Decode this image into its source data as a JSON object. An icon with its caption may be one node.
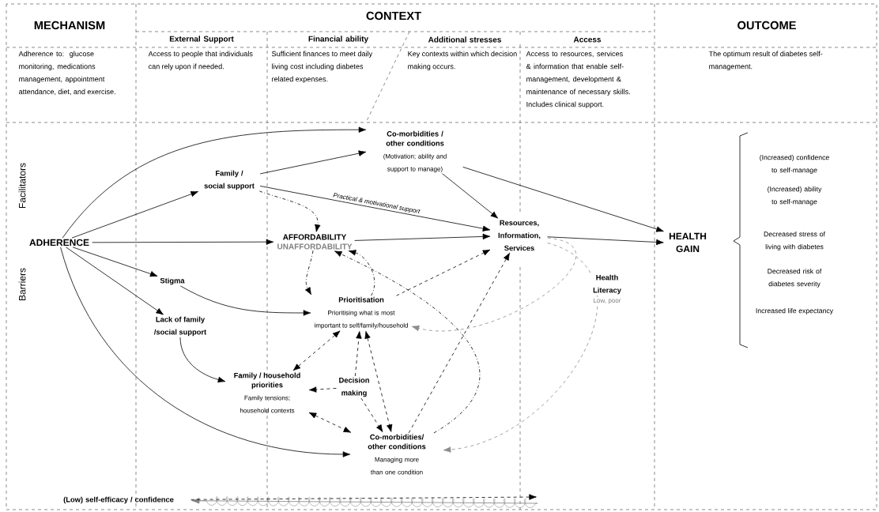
{
  "diagram": {
    "nodes": [
      {
        "text": [
          "ADHERENCE"
        ]
      },
      {
        "text": [
          "Family / social support"
        ]
      },
      {
        "text": [
          "Co-morbidities / other conditions",
          "(Motivation; ability and support to manage)"
        ]
      },
      {
        "text": [
          "AFFORDABILITY",
          "UNAFFORDABILITY"
        ]
      },
      {
        "text": [
          "Resources, Information, Services"
        ]
      },
      {
        "text": [
          "HEALTH GAIN"
        ]
      },
      {
        "text": [
          "Stigma"
        ]
      },
      {
        "text": [
          "Lack of family /social support"
        ]
      },
      {
        "text": [
          "Prioritisation",
          "Prioritising what is most important to self/family/household"
        ]
      },
      {
        "text": [
          "Family / household priorities",
          "Family tensions; household contexts"
        ]
      },
      {
        "text": [
          "Decision making"
        ]
      },
      {
        "text": [
          "Co-morbidities/ other conditions",
          "Managing more than one condition"
        ]
      },
      {
        "text": [
          "(Low) self-efficacy / confidence"
        ]
      }
    ],
    "edges": [
      {
        "from": 0,
        "to": 2,
        "arrow": "to"
      },
      {
        "from": 0,
        "to": 1,
        "arrow": "to"
      },
      {
        "from": 0,
        "to": 3,
        "arrow": "to"
      },
      {
        "from": 0,
        "to": 6,
        "arrow": "to"
      },
      {
        "from": 0,
        "to": 7,
        "arrow": "to"
      },
      {
        "from": 0,
        "to": 11,
        "arrow": "to"
      },
      {
        "from": 1,
        "to": 2,
        "arrow": "to"
      },
      {
        "from": 1,
        "to": 4,
        "arrow": "to",
        "label": "Practical & motivational support"
      },
      {
        "from": 1,
        "to": 3,
        "arrow": "to",
        "style": "dashed"
      },
      {
        "from": 2,
        "to": 5,
        "arrow": "to"
      },
      {
        "from": 2,
        "to": 4,
        "arrow": "to"
      },
      {
        "from": 3,
        "to": 4,
        "arrow": "to"
      },
      {
        "from": 4,
        "to": 5,
        "arrow": "to"
      },
      {
        "from": 6,
        "to": 8,
        "arrow": "to"
      },
      {
        "from": 7,
        "to": 9,
        "arrow": "to"
      },
      {
        "from": 3,
        "to": 8,
        "arrow": "to",
        "style": "dashed"
      },
      {
        "from": 8,
        "to": 3,
        "arrow": "to",
        "style": "dashed"
      },
      {
        "from": 11,
        "to": 3,
        "arrow": "to",
        "style": "dashed"
      },
      {
        "from": 8,
        "to": 4,
        "arrow": "to",
        "style": "dashed"
      },
      {
        "from": 11,
        "to": 4,
        "arrow": "to",
        "style": "dashed"
      },
      {
        "from": 4,
        "to": 8,
        "arrow": "to",
        "style": "dashed",
        "color": "#8c8c8c"
      },
      {
        "from": 4,
        "to": 11,
        "arrow": "to",
        "style": "dashed",
        "color": "#8c8c8c"
      },
      {
        "from": 8,
        "to": 9,
        "arrow": "both",
        "style": "dashed"
      },
      {
        "from": 8,
        "to": 11,
        "arrow": "both",
        "style": "dashed"
      },
      {
        "from": 9,
        "to": 11,
        "arrow": "both",
        "style": "dashed"
      },
      {
        "from": 10,
        "to": 8,
        "arrow": "to",
        "style": "dashed"
      },
      {
        "from": 10,
        "to": 9,
        "arrow": "to",
        "style": "dashed"
      },
      {
        "from": 10,
        "to": 11,
        "arrow": "to",
        "style": "dashed"
      },
      {
        "from": null,
        "to": 12,
        "arrow": "to",
        "color": "#808080"
      },
      {
        "from": 12,
        "to": null,
        "arrow": "to",
        "style": "dashed"
      }
    ],
    "labels": [
      "MECHANISM",
      "CONTEXT",
      "OUTCOME",
      "External Support",
      "Financial ability",
      "Additional stresses",
      "Access",
      "Adherence to: glucose monitoring, medications management, appointment attendance, diet, and exercise.",
      "Access to people that individuals can rely upon if needed.",
      "Sufficient finances to meet daily living cost including diabetes related expenses.",
      "Key contexts within which decision making occurs.",
      "Access to resources, services & information that enable self-management, development & maintenance of necessary skills. Includes clinical support.",
      "The optimum result of diabetes self-management.",
      "Facilitators",
      "Barriers",
      "Health Literacy",
      "Low, poor",
      "(Increased) confidence to self-manage",
      "(Increased) ability to self-manage",
      "Decreased stress of living with diabetes",
      "Decreased risk of diabetes severity",
      "Increased life expectancy"
    ]
  }
}
